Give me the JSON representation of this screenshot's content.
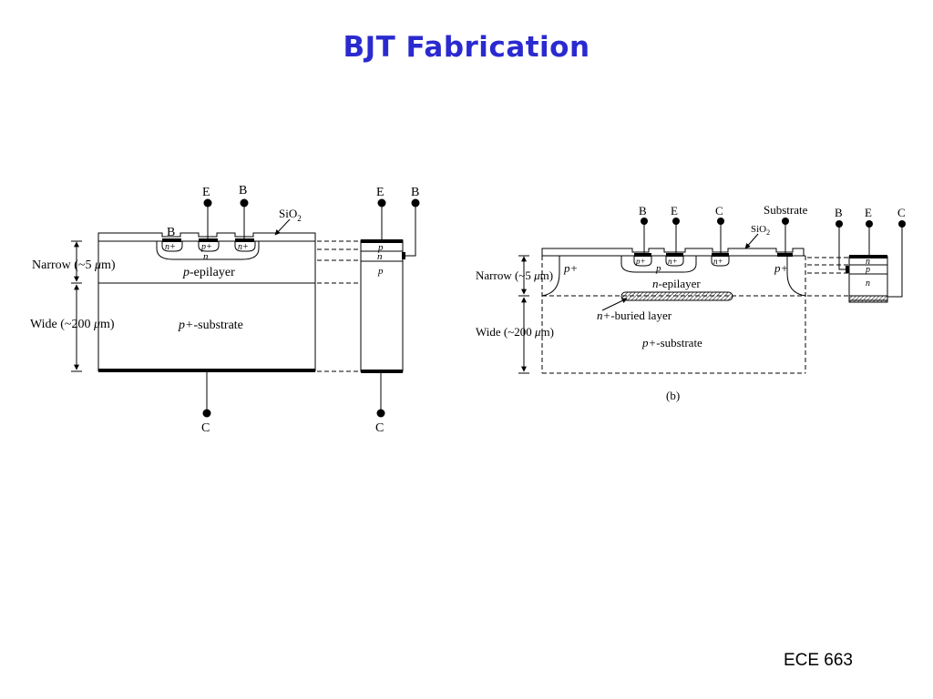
{
  "slide": {
    "title": "BJT Fabrication",
    "footer": "ECE 663"
  },
  "diagram_a": {
    "terminals": {
      "emitter": "E",
      "base": "B",
      "collector": "C",
      "base_contact": "B"
    },
    "oxide": "SiO",
    "oxide_sub": "2",
    "regions": {
      "emitter_left": "n+",
      "base_plus": "p+",
      "emitter_right": "n+",
      "base_n": "n",
      "epilayer_prefix": "p",
      "epilayer_suffix": "-epilayer",
      "substrate_prefix": "p+",
      "substrate_suffix": "-substrate"
    },
    "dimensions": {
      "narrow_prefix": "Narrow (~5 ",
      "wide_prefix": "Wide (~200 ",
      "mu": "μ",
      "unit_suffix": "m)"
    },
    "schematic": {
      "top": "p",
      "middle": "n",
      "bottom": "p"
    }
  },
  "diagram_b": {
    "terminals": {
      "base": "B",
      "emitter": "E",
      "collector": "C",
      "substrate": "Substrate"
    },
    "oxide": "SiO",
    "oxide_sub": "2",
    "regions": {
      "base_plus": "p+",
      "emitter": "n+",
      "collector_contact": "n+",
      "base_p": "p",
      "isolation_left": "p+",
      "isolation_right": "p+",
      "epilayer_prefix": "n",
      "epilayer_suffix": "-epilayer",
      "buried_prefix": "n+",
      "buried_suffix": "-buried layer",
      "substrate_prefix": "p+",
      "substrate_suffix": "-substrate"
    },
    "dimensions": {
      "narrow_prefix": "Narrow (~5 ",
      "wide_prefix": "Wide (~200 ",
      "mu": "μ",
      "unit_suffix": "m)"
    },
    "schematic_terminals": {
      "base": "B",
      "emitter": "E",
      "collector": "C"
    },
    "schematic": {
      "top": "n",
      "middle": "p",
      "bottom": "n"
    },
    "caption": "(b)"
  }
}
